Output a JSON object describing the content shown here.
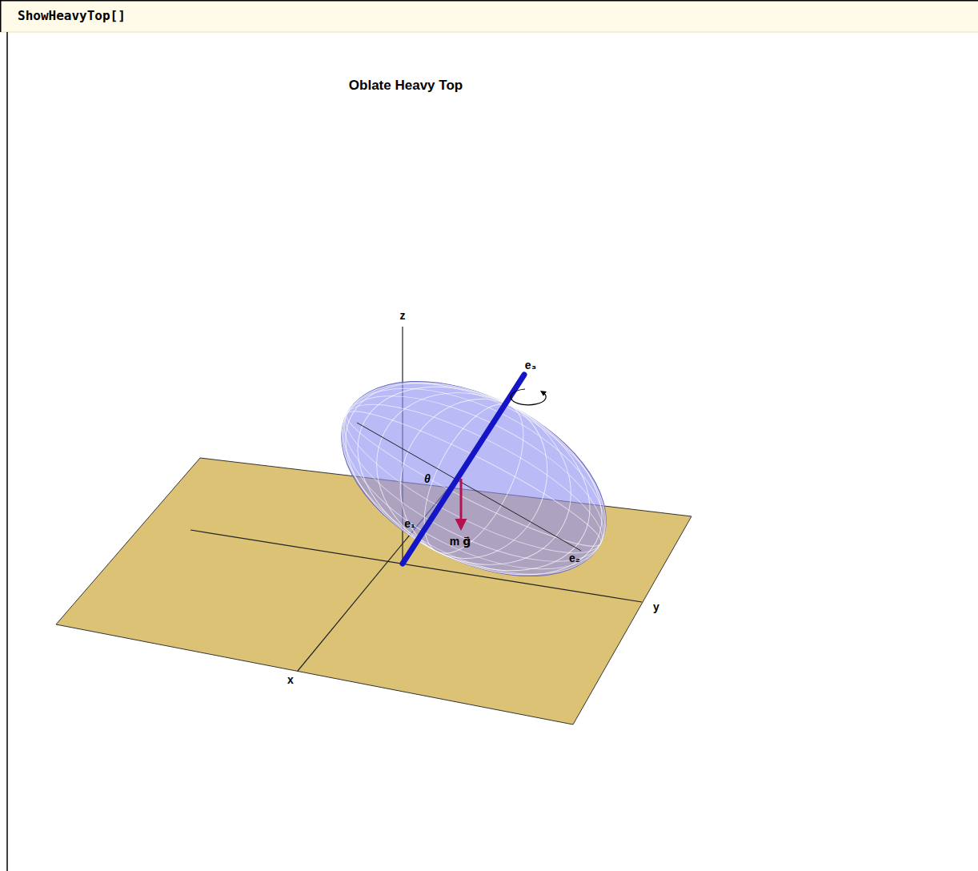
{
  "diagram": {
    "title": "Oblate Heavy Top",
    "labels": [
      "ShowHeavyTop[]",
      "z",
      "e₃",
      "θ",
      "e₁",
      "m g⃗",
      "e₂",
      "y",
      "x"
    ]
  }
}
